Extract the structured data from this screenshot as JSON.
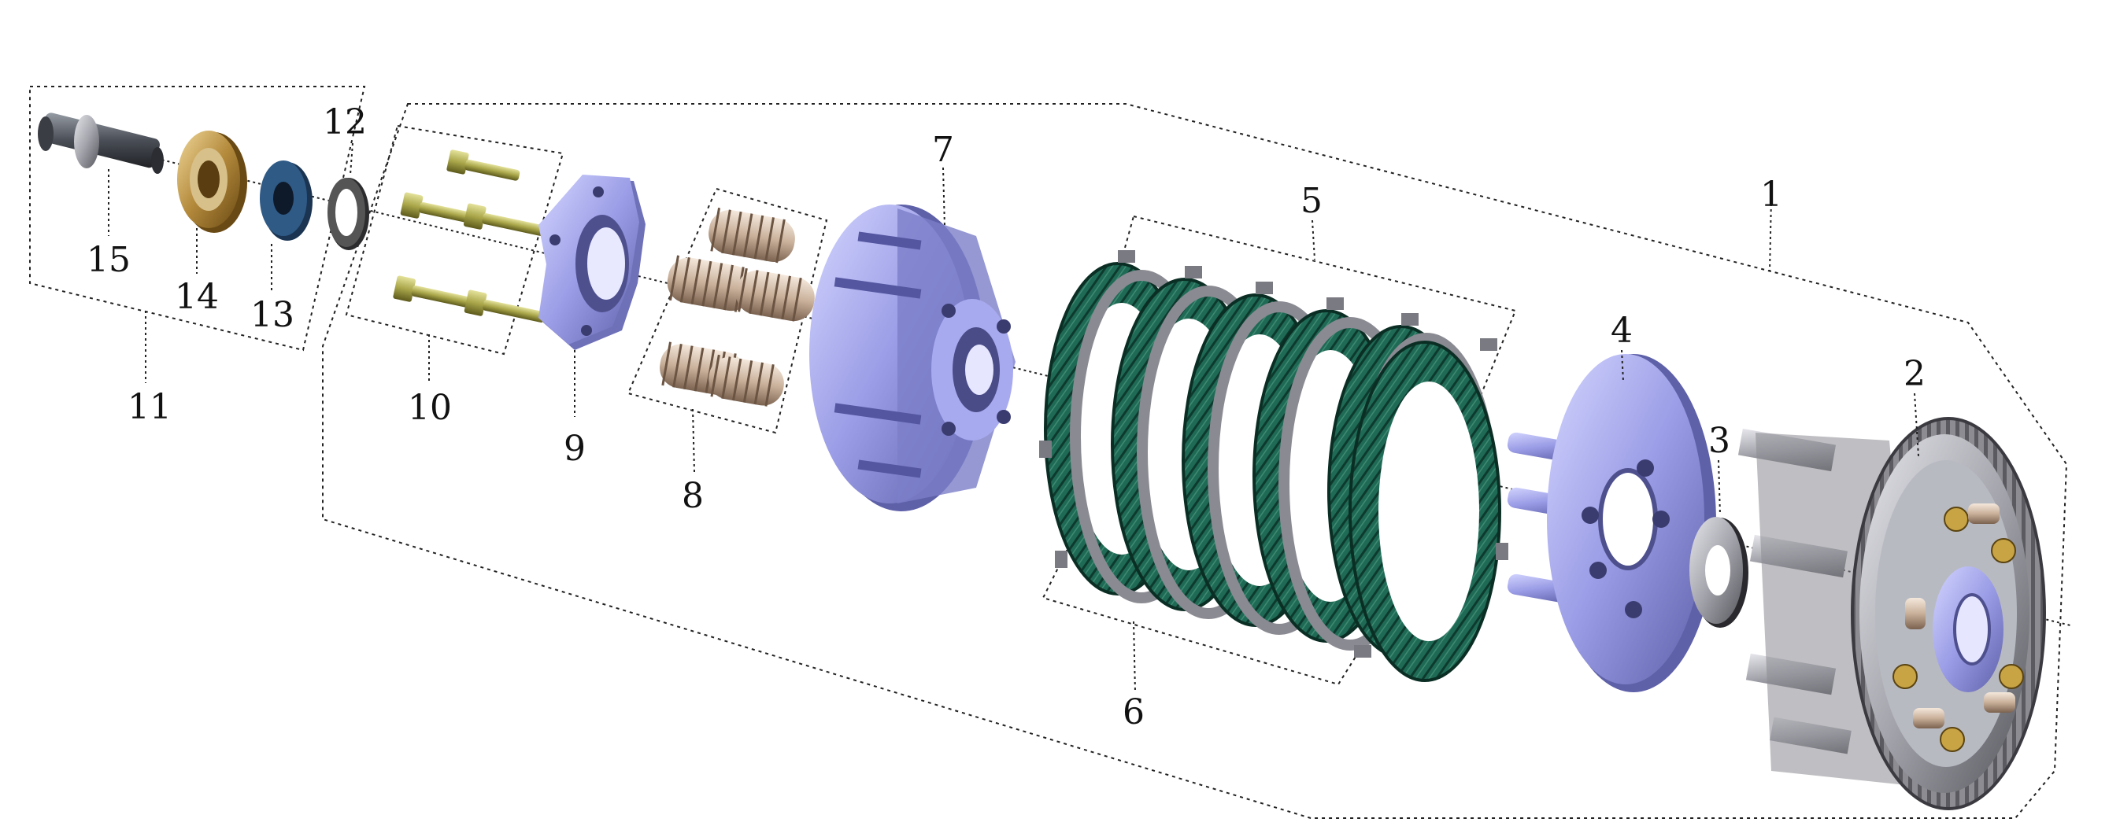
{
  "labels": {
    "l1": "1",
    "l2": "2",
    "l3": "3",
    "l4": "4",
    "l5": "5",
    "l6": "6",
    "l7": "7",
    "l8": "8",
    "l9": "9",
    "l10": "10",
    "l11": "11",
    "l12": "12",
    "l13": "13",
    "l14": "14",
    "l15": "15"
  },
  "colors": {
    "steel_blue": "#9a9ce6",
    "friction_green": "#1f6a55",
    "spring_tan": "#c9b09a",
    "bolt_olive": "#a9a64a",
    "bearing_gold": "#b48a3c",
    "bushing_blue": "#2f5a86",
    "gray_metal": "#8c8c92"
  }
}
